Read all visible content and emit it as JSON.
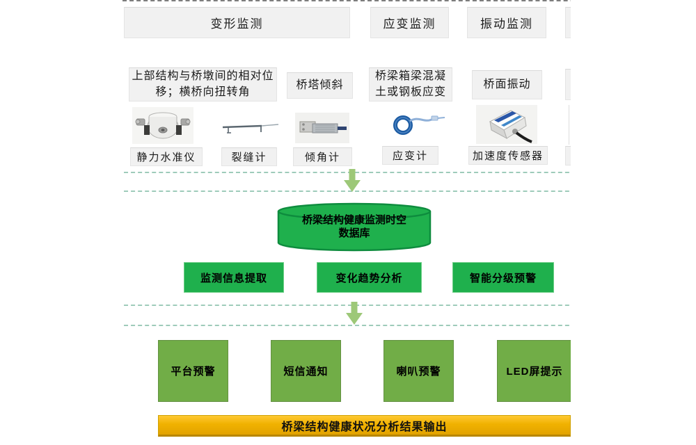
{
  "monitoring_headers": [
    {
      "label": "变形监测"
    },
    {
      "label": "应变监测"
    },
    {
      "label": "振动监测"
    }
  ],
  "measurement_items": [
    {
      "label": "上部结构与桥墩间的相对位移；横桥向扭转角"
    },
    {
      "label": "桥塔倾斜"
    },
    {
      "label": "桥梁箱梁混凝土或钢板应变"
    },
    {
      "label": "桥面振动"
    }
  ],
  "sensors": [
    {
      "label": "静力水准仪",
      "icon": "hydrostatic-level-icon"
    },
    {
      "label": "裂缝计",
      "icon": "crack-meter-icon"
    },
    {
      "label": "倾角计",
      "icon": "inclinometer-icon"
    },
    {
      "label": "应变计",
      "icon": "strain-gauge-icon"
    },
    {
      "label": "加速度传感器",
      "icon": "accelerometer-icon"
    }
  ],
  "database": {
    "label": "桥梁结构健康监测时空数据库",
    "line1": "桥梁结构健康监测时空",
    "line2": "数据库"
  },
  "analysis_boxes": [
    {
      "label": "监测信息提取"
    },
    {
      "label": "变化趋势分析"
    },
    {
      "label": "智能分级预警"
    }
  ],
  "alert_boxes": [
    {
      "label": "平台预警"
    },
    {
      "label": "短信通知"
    },
    {
      "label": "喇叭预警"
    },
    {
      "label": "LED屏提示"
    }
  ],
  "output_bar": {
    "label": "桥梁结构健康状况分析结果输出"
  },
  "colors": {
    "bright_green": "#1FB04D",
    "bright_green_border": "#0E8C3E",
    "muted_green": "#71AD47",
    "gold": "#F0B100",
    "divider_dash_green": "#9ECBBA",
    "arrow_green": "#9DC878",
    "box_gray": "#F1F1F1"
  }
}
